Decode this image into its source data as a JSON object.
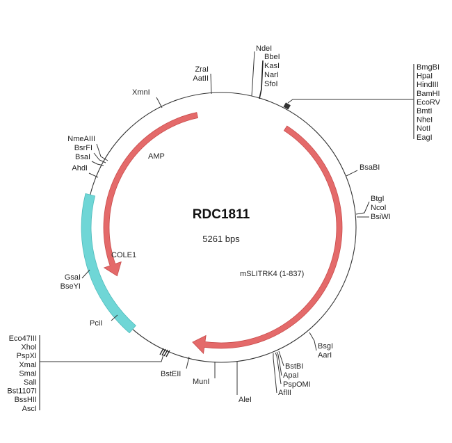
{
  "plasmid": {
    "name": "RDC1811",
    "size_label": "5261 bps",
    "size_bp": 5261
  },
  "colors": {
    "backbone": "#333333",
    "cds": "#e46a6a",
    "cds_stroke": "#c84b4b",
    "origin": "#6fd6d6",
    "origin_stroke": "#4fbcbc",
    "mcs_box": "#333333"
  },
  "features": [
    {
      "name": "AMP",
      "type": "cds",
      "direction": "ccw",
      "label": "AMP"
    },
    {
      "name": "mSLITRK4 (1-837)",
      "type": "cds",
      "direction": "cw",
      "label": "mSLITRK4 (1-837)"
    },
    {
      "name": "COLE1",
      "type": "origin",
      "label": "COLE1"
    }
  ],
  "sites": {
    "top_left": [
      "ZraI",
      "AatII"
    ],
    "top": [
      "NdeI"
    ],
    "top_group": [
      "BbeI",
      "KasI",
      "NarI",
      "SfoI"
    ],
    "xmni": [
      "XmnI"
    ],
    "left_group": [
      "NmeAIII",
      "BsrFI",
      "BsaI",
      "AhdI"
    ],
    "mcs_right": [
      "BmgBI",
      "HpaI",
      "HindIII",
      "BamHI",
      "EcoRV",
      "BmtI",
      "NheI",
      "NotI",
      "EagI"
    ],
    "right_bsabi": [
      "BsaBI"
    ],
    "right_group": [
      "BtgI",
      "NcoI",
      "BsiWI"
    ],
    "cole1_sites": [
      "GsaI",
      "BseYI"
    ],
    "pcii": [
      "PciI"
    ],
    "mcs_left": [
      "Eco47III",
      "XhoI",
      "PspXI",
      "XmaI",
      "SmaI",
      "SalI",
      "Bst1107I",
      "BssHII",
      "AscI"
    ],
    "bottom": [
      "BstEII",
      "MunI",
      "AleI"
    ],
    "bottom_right_group": [
      "BstBI",
      "ApaI",
      "PspOMI",
      "AflII"
    ],
    "bsgi_group": [
      "BsgI",
      "AarI"
    ]
  }
}
